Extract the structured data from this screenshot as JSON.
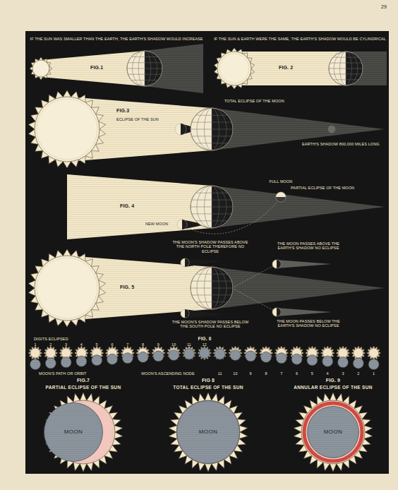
{
  "diagram": {
    "nodes": [
      {
        "text": [
          "PARTIAL ECLIPSE OF THE SUN"
        ]
      },
      {
        "text": [
          "MOON"
        ],
        "in": 0
      },
      {
        "text": [
          "TOTAL ECLIPSE OF THE SUN"
        ]
      },
      {
        "text": [
          "MOON"
        ],
        "in": 2
      },
      {
        "text": [
          "ANNULAR ECLIPSE OF THE SUN"
        ]
      },
      {
        "text": [
          "MOON"
        ],
        "in": 4
      }
    ],
    "labels": [
      "29",
      "IF THE SUN WAS SMALLER THAN THE EARTH, THE EARTH'S SHADOW WOULD INCREASE",
      "FIG.1",
      "IF THE SUN & EARTH WERE THE SAME, THE EARTH'S SHADOW WOULD BE CYLINDRICAL",
      "FIG. 2",
      "FIG.3",
      "ECLIPSE OF THE SUN",
      "TOTAL ECLIPSE OF THE MOON",
      "EARTH'S SHADOW 800,000 MILES LONG",
      "FULL MOON",
      "PARTIAL ECLIPSE OF THE MOON",
      "FIG. 4",
      "NEW MOON",
      "THE MOON'S SHADOW PASSES ABOVE THE NORTH POLE THEREFORE NO ECLIPSE",
      "THE MOON PASSES ABOVE THE EARTH'S SHADOW NO ECLIPSE",
      "FIG. 5",
      "THE MOON'S SHADOW PASSES BELOW THE SOUTH POLE NO ECLIPSE",
      "THE MOON PASSES BELOW THE EARTH'S SHADOW NO ECLIPSE",
      "DIGITS ECLIPSED",
      "FIG. 6",
      "1",
      "2",
      "3",
      "4",
      "5",
      "6",
      "7",
      "8",
      "9",
      "10",
      "11",
      "12",
      "11",
      "10",
      "9",
      "8",
      "7",
      "6",
      "5",
      "4",
      "3",
      "2",
      "1",
      "MOON'S PATH OR ORBIT",
      "MOON'S ASCENDING NODE",
      "FIG.7",
      "FIG 8",
      "FIG. 9"
    ]
  }
}
